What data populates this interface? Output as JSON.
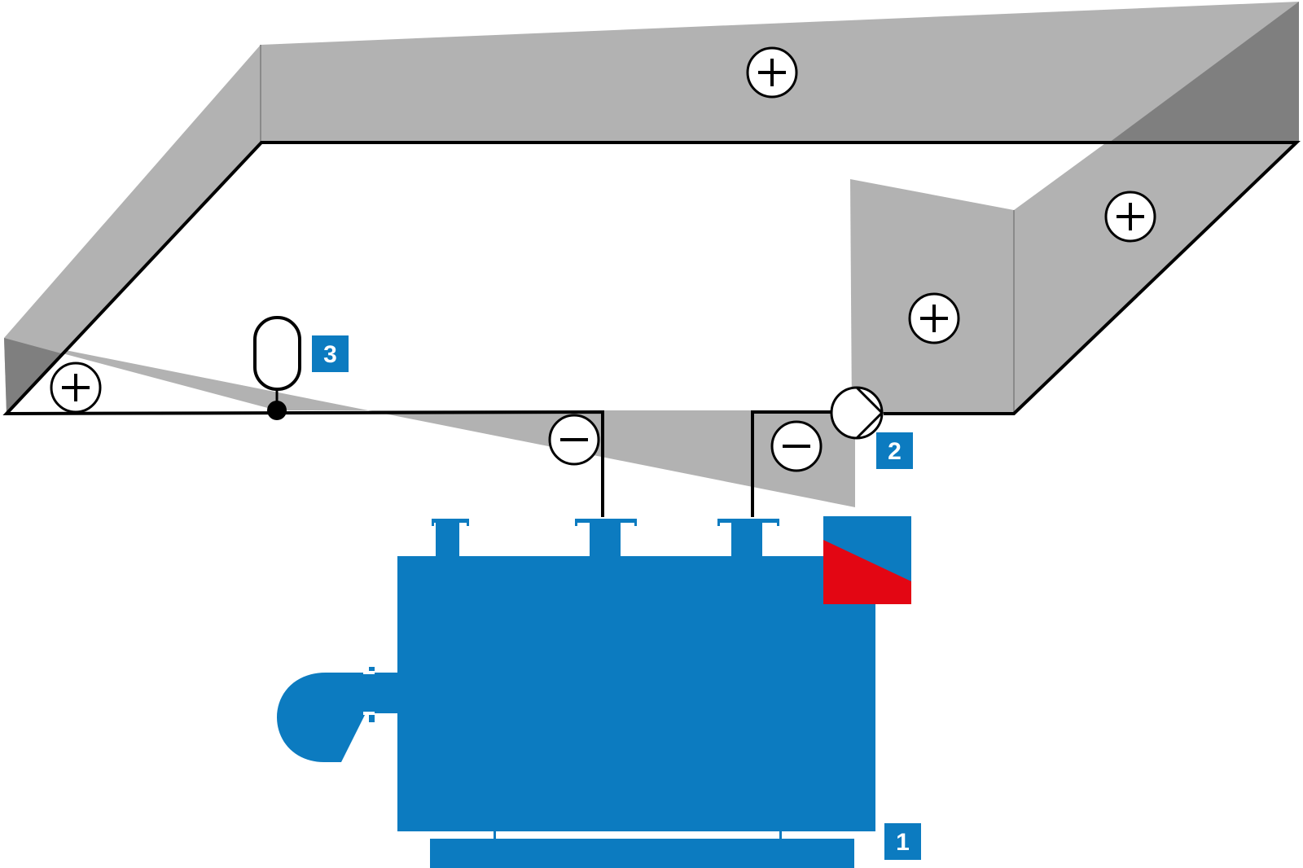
{
  "colors": {
    "boiler": "#0c7bc0",
    "burner_accent": "#e30613",
    "pressure_zone": "#b2b2b2",
    "pressure_zone_dark": "#7f7f7f",
    "pipe": "#000000",
    "label_bg": "#0c7bc0",
    "label_text": "#ffffff"
  },
  "labels": {
    "boiler": "1",
    "pump": "2",
    "expansion_vessel": "3"
  },
  "pressure_markers": {
    "top": "+",
    "left": "+",
    "right_upper": "+",
    "right_lower": "+",
    "supply": "−",
    "return": "−"
  }
}
